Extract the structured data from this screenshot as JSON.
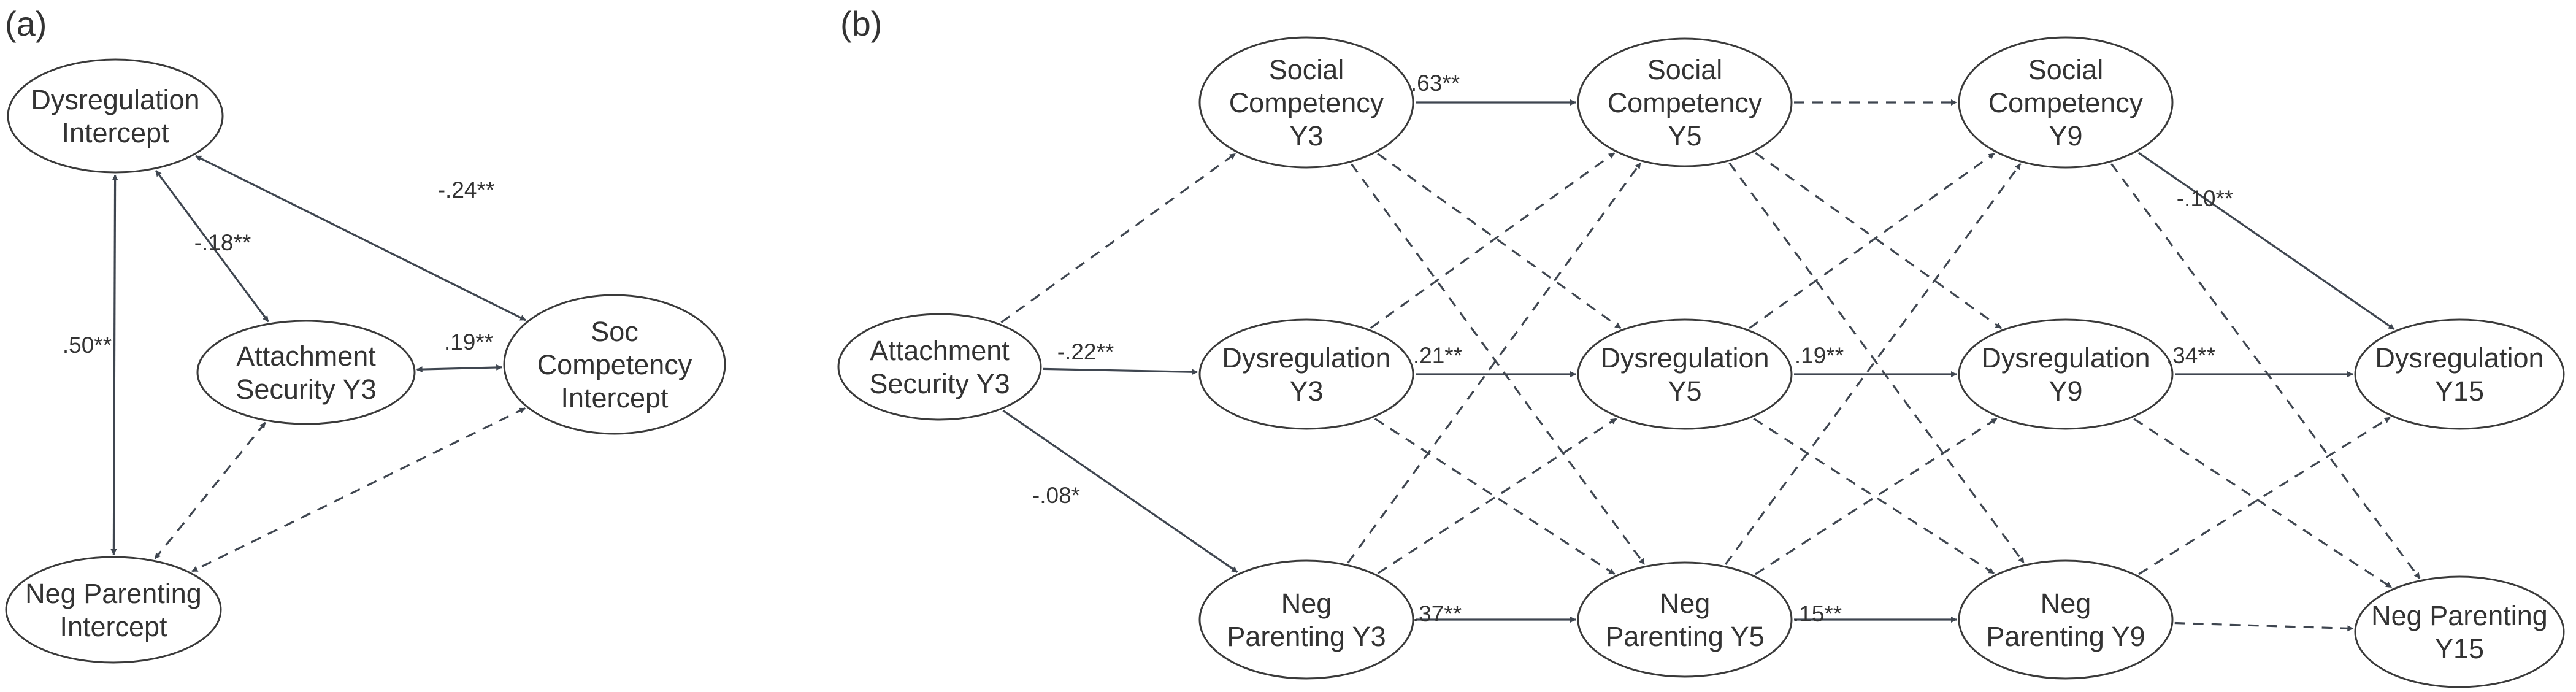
{
  "panels": [
    {
      "id": "a",
      "label": "(a)"
    },
    {
      "id": "b",
      "label": "(b)"
    }
  ],
  "colors": {
    "line": "#3f4650",
    "node_border": "#3a3a3a",
    "text": "#333333"
  },
  "nodes": [
    {
      "id": "a_dys",
      "lines": [
        "Dysregulation",
        "Intercept"
      ]
    },
    {
      "id": "a_att",
      "lines": [
        "Attachment",
        "Security Y3"
      ]
    },
    {
      "id": "a_soc",
      "lines": [
        "Soc",
        "Competency",
        "Intercept"
      ]
    },
    {
      "id": "a_neg",
      "lines": [
        "Neg Parenting",
        "Intercept"
      ]
    },
    {
      "id": "b_att",
      "lines": [
        "Attachment",
        "Security Y3"
      ]
    },
    {
      "id": "sc3",
      "lines": [
        "Social",
        "Competency",
        "Y3"
      ]
    },
    {
      "id": "sc5",
      "lines": [
        "Social",
        "Competency",
        "Y5"
      ]
    },
    {
      "id": "sc9",
      "lines": [
        "Social",
        "Competency",
        "Y9"
      ]
    },
    {
      "id": "dy3",
      "lines": [
        "Dysregulation",
        "Y3"
      ]
    },
    {
      "id": "dy5",
      "lines": [
        "Dysregulation",
        "Y5"
      ]
    },
    {
      "id": "dy9",
      "lines": [
        "Dysregulation",
        "Y9"
      ]
    },
    {
      "id": "dy15",
      "lines": [
        "Dysregulation",
        "Y15"
      ]
    },
    {
      "id": "np3",
      "lines": [
        "Neg",
        "Parenting Y3"
      ]
    },
    {
      "id": "np5",
      "lines": [
        "Neg",
        "Parenting Y5"
      ]
    },
    {
      "id": "np9",
      "lines": [
        "Neg",
        "Parenting Y9"
      ]
    },
    {
      "id": "np15",
      "lines": [
        "Neg Parenting",
        "Y15"
      ]
    }
  ],
  "edges": [
    {
      "from": "a_dys",
      "to": "a_soc",
      "style": "solid",
      "heads": "both",
      "label": "-.24**"
    },
    {
      "from": "a_dys",
      "to": "a_att",
      "style": "solid",
      "heads": "both",
      "label": "-.18**"
    },
    {
      "from": "a_dys",
      "to": "a_neg",
      "style": "solid",
      "heads": "both",
      "label": ".50**"
    },
    {
      "from": "a_att",
      "to": "a_soc",
      "style": "solid",
      "heads": "both",
      "label": ".19**"
    },
    {
      "from": "a_att",
      "to": "a_neg",
      "style": "dashed",
      "heads": "both",
      "label": ""
    },
    {
      "from": "a_soc",
      "to": "a_neg",
      "style": "dashed",
      "heads": "both",
      "label": ""
    },
    {
      "from": "b_att",
      "to": "sc3",
      "style": "dashed",
      "heads": "end",
      "label": ""
    },
    {
      "from": "b_att",
      "to": "dy3",
      "style": "solid",
      "heads": "end",
      "label": "-.22**"
    },
    {
      "from": "b_att",
      "to": "np3",
      "style": "solid",
      "heads": "end",
      "label": "-.08*"
    },
    {
      "from": "sc3",
      "to": "sc5",
      "style": "solid",
      "heads": "end",
      "label": ".63**"
    },
    {
      "from": "sc5",
      "to": "sc9",
      "style": "dashed",
      "heads": "end",
      "label": ""
    },
    {
      "from": "sc9",
      "to": "dy15",
      "style": "solid",
      "heads": "end",
      "label": "-.10**"
    },
    {
      "from": "sc9",
      "to": "np15",
      "style": "dashed",
      "heads": "end",
      "label": ""
    },
    {
      "from": "dy3",
      "to": "dy5",
      "style": "solid",
      "heads": "end",
      "label": ".21**"
    },
    {
      "from": "dy5",
      "to": "dy9",
      "style": "solid",
      "heads": "end",
      "label": ".19**"
    },
    {
      "from": "dy9",
      "to": "dy15",
      "style": "solid",
      "heads": "end",
      "label": ".34**"
    },
    {
      "from": "np3",
      "to": "np5",
      "style": "solid",
      "heads": "end",
      "label": ".37**"
    },
    {
      "from": "np5",
      "to": "np9",
      "style": "solid",
      "heads": "end",
      "label": ".15**"
    },
    {
      "from": "np9",
      "to": "np15",
      "style": "dashed",
      "heads": "end",
      "label": ""
    },
    {
      "from": "sc3",
      "to": "dy5",
      "style": "dashed",
      "heads": "end",
      "label": ""
    },
    {
      "from": "sc3",
      "to": "np5",
      "style": "dashed",
      "heads": "end",
      "label": ""
    },
    {
      "from": "dy3",
      "to": "sc5",
      "style": "dashed",
      "heads": "end",
      "label": ""
    },
    {
      "from": "dy3",
      "to": "np5",
      "style": "dashed",
      "heads": "end",
      "label": ""
    },
    {
      "from": "np3",
      "to": "sc5",
      "style": "dashed",
      "heads": "end",
      "label": ""
    },
    {
      "from": "np3",
      "to": "dy5",
      "style": "dashed",
      "heads": "end",
      "label": ""
    },
    {
      "from": "sc5",
      "to": "dy9",
      "style": "dashed",
      "heads": "end",
      "label": ""
    },
    {
      "from": "sc5",
      "to": "np9",
      "style": "dashed",
      "heads": "end",
      "label": ""
    },
    {
      "from": "dy5",
      "to": "sc9",
      "style": "dashed",
      "heads": "end",
      "label": ""
    },
    {
      "from": "dy5",
      "to": "np9",
      "style": "dashed",
      "heads": "end",
      "label": ""
    },
    {
      "from": "np5",
      "to": "sc9",
      "style": "dashed",
      "heads": "end",
      "label": ""
    },
    {
      "from": "np5",
      "to": "dy9",
      "style": "dashed",
      "heads": "end",
      "label": ""
    },
    {
      "from": "dy9",
      "to": "np15",
      "style": "dashed",
      "heads": "end",
      "label": ""
    },
    {
      "from": "np9",
      "to": "dy15",
      "style": "dashed",
      "heads": "end",
      "label": ""
    }
  ]
}
